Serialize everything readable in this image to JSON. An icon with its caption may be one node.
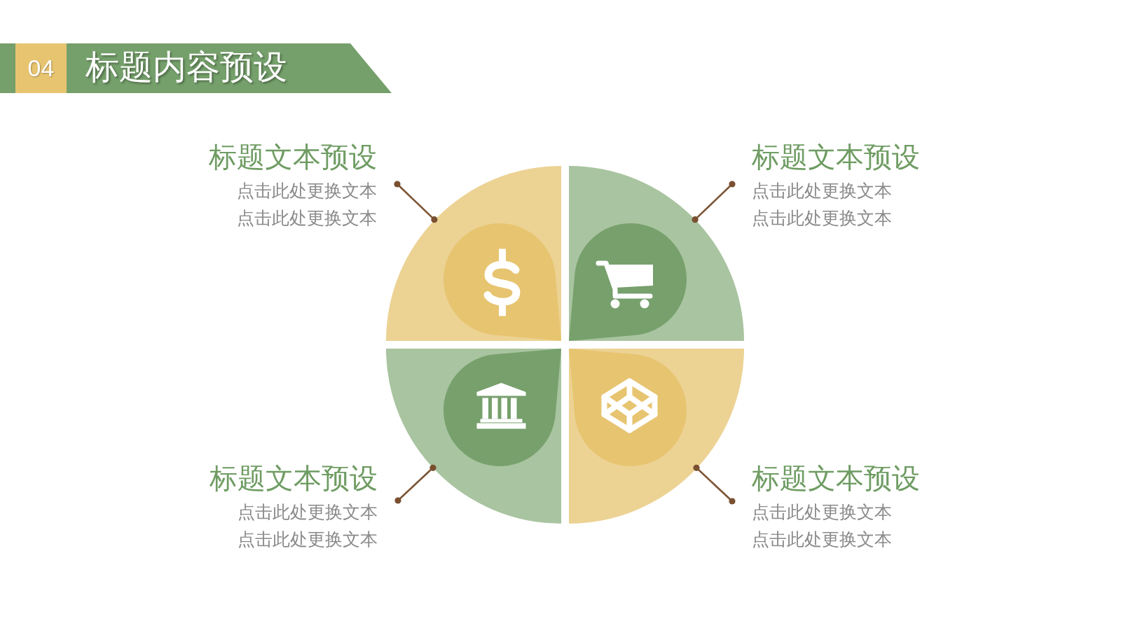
{
  "diagram": {
    "title": "标题内容预设",
    "nodes": [
      {
        "text": [
          "标题文本预设",
          "点击此处更换文本点击此处更换文本"
        ]
      },
      {
        "text": [
          "标题文本预设",
          "点击此处更换文本点击此处更换文本"
        ]
      },
      {
        "text": [],
        "shape": "sector"
      },
      {
        "text": [],
        "shape": "sector"
      },
      {
        "text": [],
        "shape": "sector"
      },
      {
        "text": [],
        "shape": "sector"
      },
      {
        "text": [
          "标题文本预设",
          "点击此处更换文本点击此处更换文本"
        ]
      },
      {
        "text": [
          "标题文本预设",
          "点击此处更换文本点击此处更换文本"
        ]
      }
    ],
    "edges": [
      {
        "from": 0,
        "to": 2,
        "arrow": "other"
      },
      {
        "from": 1,
        "to": 3,
        "arrow": "other"
      },
      {
        "from": 6,
        "to": 4,
        "arrow": "other"
      },
      {
        "from": 7,
        "to": 5,
        "arrow": "other"
      }
    ],
    "labels": [
      "04"
    ]
  }
}
